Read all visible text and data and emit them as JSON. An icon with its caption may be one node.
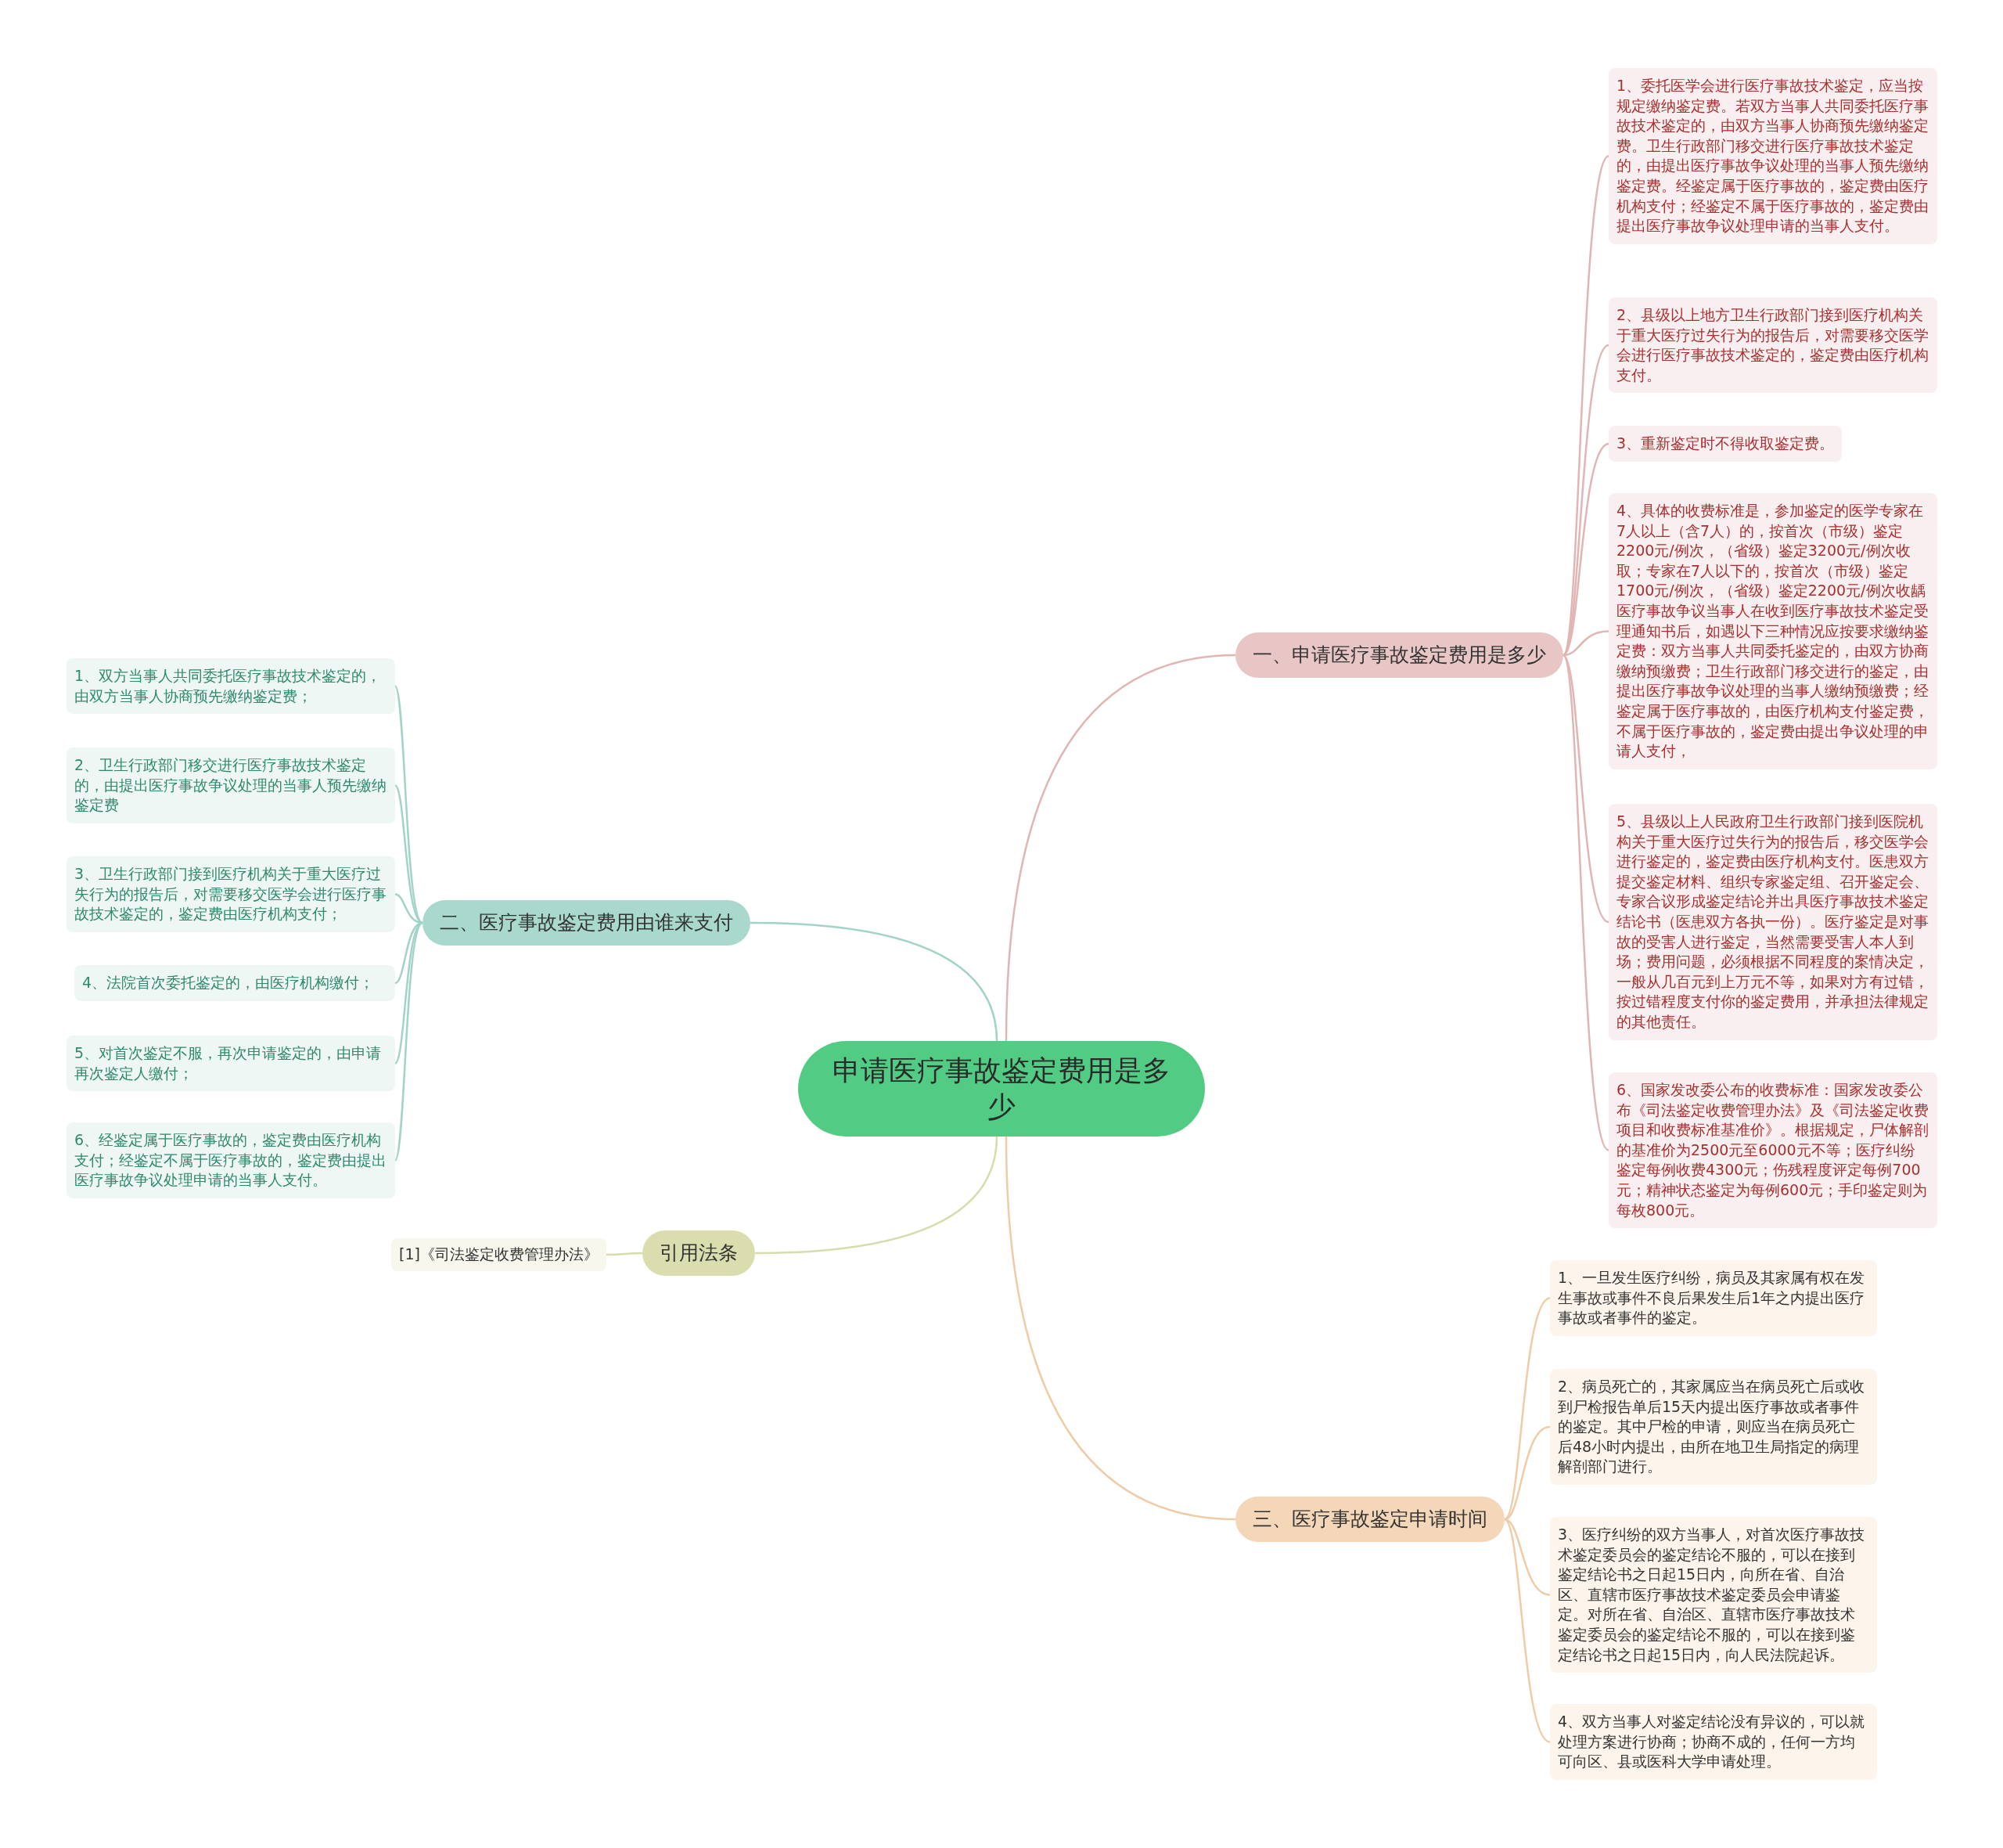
{
  "diagram": {
    "nodes": [
      {
        "text": [
          "申请医疗事故鉴定费用是多少"
        ]
      },
      {
        "text": [
          "一、申请医疗事故鉴定费用是多少"
        ]
      },
      {
        "text": [
          "1、委托医学会进行医疗事故技术鉴定，应当按规定缴纳鉴定费。若双方当事人共同委托医疗事故技术鉴定的，由双方当事人协商预先缴纳鉴定费。卫生行政部门移交进行医疗事故技术鉴定的，由提出医疗事故争议处理的当事人预先缴纳鉴定费。经鉴定属于医疗事故的，鉴定费由医疗机构支付；经鉴定不属于医疗事故的，鉴定费由提出医疗事故争议处理申请的当事人支付。"
        ]
      },
      {
        "text": [
          "2、县级以上地方卫生行政部门接到医疗机构关于重大医疗过失行为的报告后，对需要移交医学会进行医疗事故技术鉴定的，鉴定费由医疗机构支付。"
        ]
      },
      {
        "text": [
          "3、重新鉴定时不得收取鉴定费。"
        ]
      },
      {
        "text": [
          "4、具体的收费标准是，参加鉴定的医学专家在7人以上（含7人）的，按首次（市级）鉴定2200元/例次，（省级）鉴定3200元/例次收取；专家在7人以下的，按首次（市级）鉴定1700元/例次，（省级）鉴定2200元/例次收龋医疗事故争议当事人在收到医疗事故技术鉴定受理通知书后，如遇以下三种情况应按要求缴纳鉴定费：双方当事人共同委托鉴定的，由双方协商缴纳预缴费；卫生行政部门移交进行的鉴定，由提出医疗事故争议处理的当事人缴纳预缴费；经鉴定属于医疗事故的，由医疗机构支付鉴定费，不属于医疗事故的，鉴定费由提出争议处理的申请人支付，"
        ]
      },
      {
        "text": [
          "5、县级以上人民政府卫生行政部门接到医院机构关于重大医疗过失行为的报告后，移交医学会进行鉴定的，鉴定费由医疗机构支付。医患双方提交鉴定材料、组织专家鉴定组、召开鉴定会、专家合议形成鉴定结论并出具医疗事故技术鉴定结论书（医患双方各执一份）。医疗鉴定是对事故的受害人进行鉴定，当然需要受害人本人到场；费用问题，必须根据不同程度的案情决定，一般从几百元到上万元不等，如果对方有过错，按过错程度支付你的鉴定费用，并承担法律规定的其他责任。"
        ]
      },
      {
        "text": [
          "6、国家发改委公布的收费标准：国家发改委公布《司法鉴定收费管理办法》及《司法鉴定收费项目和收费标准基准价》。根据规定，尸体解剖的基准价为2500元至6000元不等；医疗纠纷鉴定每例收费4300元；伤残程度评定每例700元；精神状态鉴定为每例600元；手印鉴定则为每枚800元。"
        ]
      },
      {
        "text": [
          "二、医疗事故鉴定费用由谁来支付"
        ]
      },
      {
        "text": [
          "1、双方当事人共同委托医疗事故技术鉴定的，由双方当事人协商预先缴纳鉴定费；"
        ]
      },
      {
        "text": [
          "2、卫生行政部门移交进行医疗事故技术鉴定的，由提出医疗事故争议处理的当事人预先缴纳鉴定费"
        ]
      },
      {
        "text": [
          "3、卫生行政部门接到医疗机构关于重大医疗过失行为的报告后，对需要移交医学会进行医疗事故技术鉴定的，鉴定费由医疗机构支付；"
        ]
      },
      {
        "text": [
          "4、法院首次委托鉴定的，由医疗机构缴付；"
        ]
      },
      {
        "text": [
          "5、对首次鉴定不服，再次申请鉴定的，由申请再次鉴定人缴付；"
        ]
      },
      {
        "text": [
          "6、经鉴定属于医疗事故的，鉴定费由医疗机构支付；经鉴定不属于医疗事故的，鉴定费由提出医疗事故争议处理申请的当事人支付。"
        ]
      },
      {
        "text": [
          "引用法条"
        ]
      },
      {
        "text": [
          "[1]《司法鉴定收费管理办法》"
        ]
      },
      {
        "text": [
          "三、医疗事故鉴定申请时间"
        ]
      },
      {
        "text": [
          "1、一旦发生医疗纠纷，病员及其家属有权在发生事故或事件不良后果发生后1年之内提出医疗事故或者事件的鉴定。"
        ]
      },
      {
        "text": [
          "2、病员死亡的，其家属应当在病员死亡后或收到尸检报告单后15天内提出医疗事故或者事件的鉴定。其中尸检的申请，则应当在病员死亡后48小时内提出，由所在地卫生局指定的病理解剖部门进行。"
        ]
      },
      {
        "text": [
          "3、医疗纠纷的双方当事人，对首次医疗事故技术鉴定委员会的鉴定结论不服的，可以在接到鉴定结论书之日起15日内，向所在省、自治区、直辖市医疗事故技术鉴定委员会申请鉴定。对所在省、自治区、直辖市医疗事故技术鉴定委员会的鉴定结论不服的，可以在接到鉴定结论书之日起15日内，向人民法院起诉。"
        ]
      },
      {
        "text": [
          "4、双方当事人对鉴定结论没有异议的，可以就处理方案进行协商；协商不成的，任何一方均可向区、县或医科大学申请处理。"
        ]
      }
    ],
    "edges": [
      {
        "from": 0,
        "to": 1,
        "arrow": "none",
        "color": "#e2b5b5"
      },
      {
        "from": 1,
        "to": 2,
        "arrow": "none",
        "color": "#e2b5b5"
      },
      {
        "from": 1,
        "to": 3,
        "arrow": "none",
        "color": "#e2b5b5"
      },
      {
        "from": 1,
        "to": 4,
        "arrow": "none",
        "color": "#e2b5b5"
      },
      {
        "from": 1,
        "to": 5,
        "arrow": "none",
        "color": "#e2b5b5"
      },
      {
        "from": 1,
        "to": 6,
        "arrow": "none",
        "color": "#e2b5b5"
      },
      {
        "from": 1,
        "to": 7,
        "arrow": "none",
        "color": "#e2b5b5"
      },
      {
        "from": 0,
        "to": 8,
        "arrow": "none",
        "color": "#a3d3c8"
      },
      {
        "from": 8,
        "to": 9,
        "arrow": "none",
        "color": "#a3d3c8"
      },
      {
        "from": 8,
        "to": 10,
        "arrow": "none",
        "color": "#a3d3c8"
      },
      {
        "from": 8,
        "to": 11,
        "arrow": "none",
        "color": "#a3d3c8"
      },
      {
        "from": 8,
        "to": 12,
        "arrow": "none",
        "color": "#a3d3c8"
      },
      {
        "from": 8,
        "to": 13,
        "arrow": "none",
        "color": "#a3d3c8"
      },
      {
        "from": 8,
        "to": 14,
        "arrow": "none",
        "color": "#a3d3c8"
      },
      {
        "from": 0,
        "to": 15,
        "arrow": "none",
        "color": "#d6dcaa"
      },
      {
        "from": 15,
        "to": 16,
        "arrow": "none",
        "color": "#d6dcaa"
      },
      {
        "from": 0,
        "to": 17,
        "arrow": "none",
        "color": "#efcca6"
      },
      {
        "from": 17,
        "to": 18,
        "arrow": "none",
        "color": "#efcca6"
      },
      {
        "from": 17,
        "to": 19,
        "arrow": "none",
        "color": "#efcca6"
      },
      {
        "from": 17,
        "to": 20,
        "arrow": "none",
        "color": "#efcca6"
      },
      {
        "from": 17,
        "to": 21,
        "arrow": "none",
        "color": "#efcca6"
      }
    ]
  }
}
